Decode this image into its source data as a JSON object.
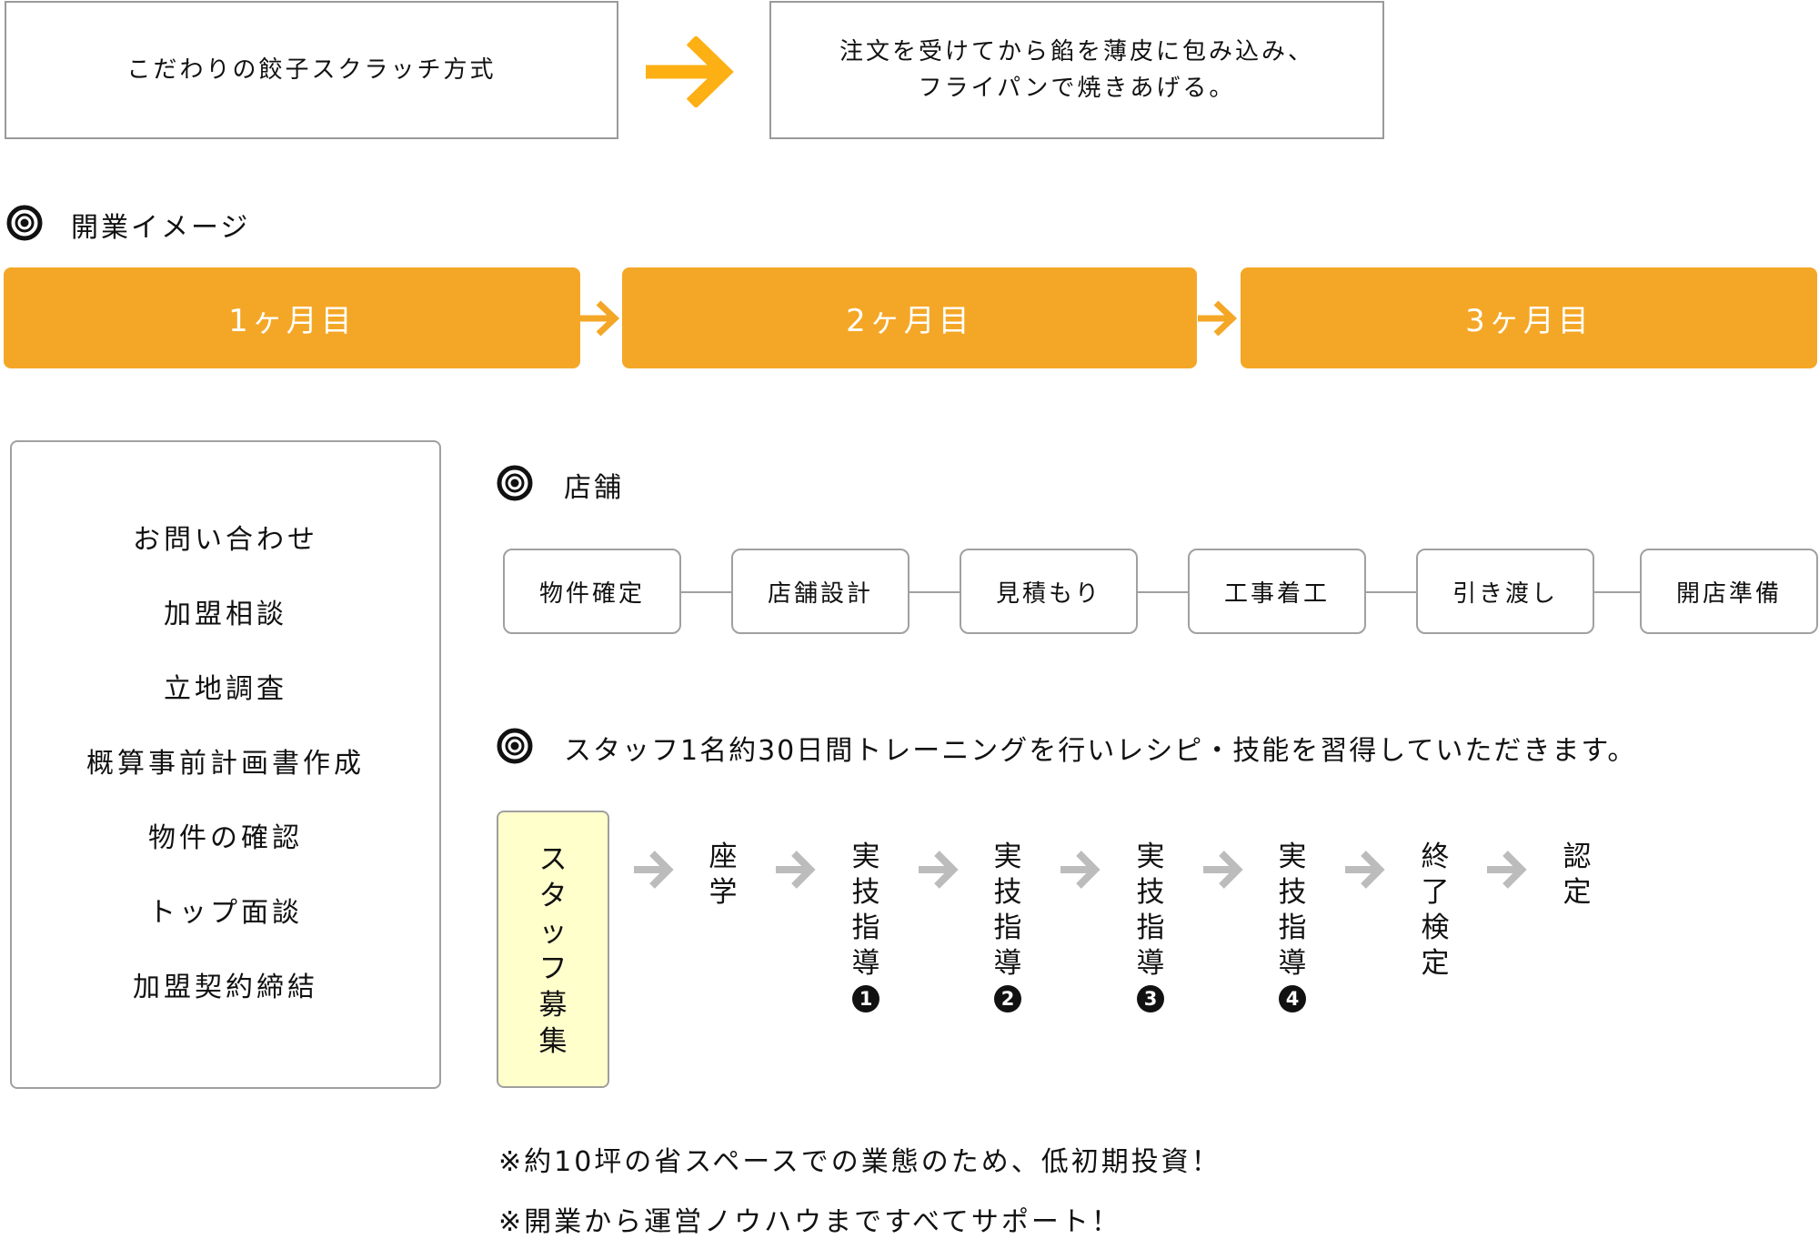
{
  "intro": {
    "left_box": "こだわりの餃子スクラッチ方式",
    "right_box_lines": [
      "注文を受けてから餡を薄皮に包み込み、",
      "フライパンで焼きあげる。"
    ],
    "arrow_icon": "arrow-right-icon"
  },
  "opening_image": {
    "heading": "開業イメージ",
    "icon": "bullseye-icon",
    "months": [
      "1ヶ月目",
      "2ヶ月目",
      "3ヶ月目"
    ]
  },
  "franchise_steps": [
    "お問い合わせ",
    "加盟相談",
    "立地調査",
    "概算事前計画書作成",
    "物件の確認",
    "トップ面談",
    "加盟契約締結"
  ],
  "store": {
    "heading": "店舗",
    "steps": [
      "物件確定",
      "店舗設計",
      "見積もり",
      "工事着工",
      "引き渡し",
      "開店準備"
    ]
  },
  "training": {
    "heading": "スタッフ1名約30日間トレーニングを行いレシピ・技能を習得していただきます。",
    "start_label": "スタッフ募集",
    "steps": [
      {
        "label": "座学",
        "badge": ""
      },
      {
        "label": "実技指導",
        "badge": "1"
      },
      {
        "label": "実技指導",
        "badge": "2"
      },
      {
        "label": "実技指導",
        "badge": "3"
      },
      {
        "label": "実技指導",
        "badge": "4"
      },
      {
        "label": "終了検定",
        "badge": ""
      },
      {
        "label": "認定",
        "badge": ""
      }
    ]
  },
  "notes": [
    "※約10坪の省スペースでの業態のため、低初期投資！",
    "※開業から運営ノウハウまですべてサポート！"
  ],
  "colors": {
    "accent_orange": "#f4a726",
    "arrow_orange": "#fdb014",
    "staff_box_bg": "#ffffcc",
    "flow_arrow_gray": "#bcbcbc",
    "border_gray": "#a0a0a0"
  }
}
